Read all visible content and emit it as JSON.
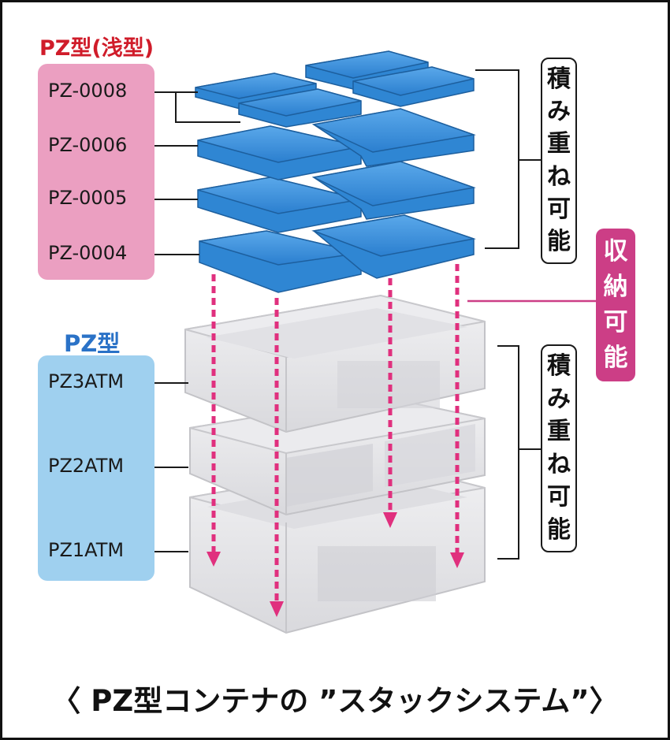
{
  "shallow_group": {
    "title": "PZ型(浅型)",
    "models": [
      "PZ-0008",
      "PZ-0006",
      "PZ-0005",
      "PZ-0004"
    ]
  },
  "deep_group": {
    "title": "PZ型",
    "models": [
      "PZ3ATM",
      "PZ2ATM",
      "PZ1ATM"
    ]
  },
  "stackable_label": [
    "積",
    "み",
    "重",
    "ね",
    "可",
    "能"
  ],
  "storable_label": [
    "収",
    "納",
    "可",
    "能"
  ],
  "caption": "〈 PZ型コンテナの ”スタックシステム”〉",
  "colors": {
    "shallow_accent": "#d01c2a",
    "shallow_panel": "#eb9fc1",
    "deep_accent": "#2a72c7",
    "deep_panel": "#9fd0ef",
    "tray_blue": "#2f86d3",
    "storable_badge": "#cc3e86",
    "arrow": "#e0307e"
  }
}
